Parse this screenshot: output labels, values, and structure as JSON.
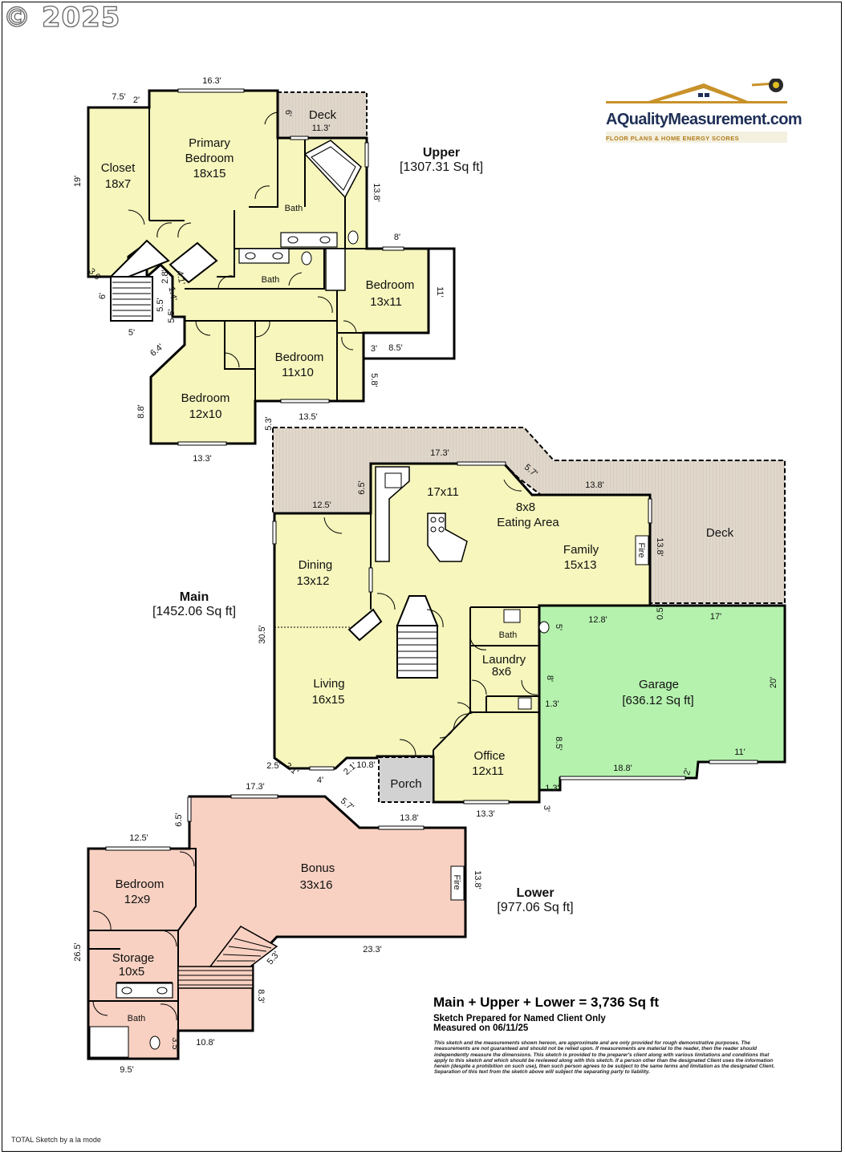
{
  "copyright": "© 2025",
  "logo": {
    "name": "AQualityMeasurement.com",
    "tagline": "FLOOR PLANS & HOME ENERGY SCORES"
  },
  "levels": {
    "upper": {
      "name": "Upper",
      "area": "[1307.31 Sq ft]"
    },
    "main": {
      "name": "Main",
      "area": "[1452.06 Sq ft]"
    },
    "lower": {
      "name": "Lower",
      "area": "[977.06 Sq ft]"
    }
  },
  "rooms": {
    "deck_upper": "Deck",
    "closet": "Closet",
    "closet_size": "18x7",
    "primary1": "Primary",
    "primary2": "Bedroom",
    "primary_size": "18x15",
    "bath_upper1": "Bath",
    "bath_upper2": "Bath",
    "bed13": "Bedroom",
    "bed13_size": "13x11",
    "bed11": "Bedroom",
    "bed11_size": "11x10",
    "bed12": "Bedroom",
    "bed12_size": "12x10",
    "kitchen_size": "17x11",
    "eating_size": "8x8",
    "eating": "Eating Area",
    "deck_main": "Deck",
    "family": "Family",
    "family_size": "15x13",
    "fire_main": "Fire",
    "dining": "Dining",
    "dining_size": "13x12",
    "living": "Living",
    "living_size": "16x15",
    "bath_main": "Bath",
    "laundry": "Laundry",
    "laundry_size": "8x6",
    "garage": "Garage",
    "garage_area": "[636.12 Sq ft]",
    "office": "Office",
    "office_size": "12x11",
    "porch": "Porch",
    "bonus": "Bonus",
    "bonus_size": "33x16",
    "fire_lower": "Fire",
    "bed_lower": "Bedroom",
    "bed_lower_size": "12x9",
    "storage": "Storage",
    "storage_size": "10x5",
    "bath_lower": "Bath"
  },
  "dims": {
    "u1": "16.3'",
    "u2": "7.5'",
    "u3": "2'",
    "u4": "11.3'",
    "u5": "6'",
    "u6": "19'",
    "u7": "13.8'",
    "u8": "8'",
    "u9": "11'",
    "u10": "3.6'",
    "u11": "6'",
    "u12": "5'",
    "u13": "2.8'",
    "u14": "4.1'",
    "u15": "1.4'",
    "u16": "5.5'",
    "u17": "5.5'",
    "u18": "3'",
    "u19": "8.5'",
    "u20": "6.4'",
    "u21": "5.8'",
    "u22": "8.8'",
    "u23": "13.5'",
    "u24": "13.3'",
    "u25": "5.3'",
    "m1": "17.3'",
    "m2": "5.7'",
    "m3": "13.8'",
    "m4": "6.5'",
    "m5": "12.5'",
    "m6": "13.8'",
    "m7": "0.5'",
    "m8": "12.8'",
    "m9": "17'",
    "m10": "30.5'",
    "m11": "5'",
    "m12": "8'",
    "m13": "20'",
    "m14": "1.3'",
    "m15": "8.5'",
    "m16": "11'",
    "m17": "2'",
    "m18": "18.8'",
    "m19": "1.3'",
    "m20": "3'",
    "m21": "13.3'",
    "m22": "2.5'",
    "m23": "2.1'",
    "m24": "4'",
    "m25": "2.1'",
    "m26": "10.8'",
    "l1": "17.3'",
    "l2": "5.7'",
    "l3": "6.5'",
    "l4": "13.8'",
    "l5": "12.5'",
    "l6": "13.8'",
    "l7": "26.5'",
    "l8": "23.3'",
    "l9": "5.3'",
    "l10": "8.3'",
    "l11": "10.8'",
    "l12": "3.5'",
    "l13": "9.5'"
  },
  "summary": {
    "total": "Main + Upper + Lower = 3,736 Sq ft",
    "prepared": "Sketch Prepared for Named Client Only",
    "measured": "Measured on 06/11/25"
  },
  "disclaimer": "This sketch and the measurements shown hereon, are approximate and are only provided for rough demonstrative purposes. The measurements are not guaranteed and should not be relied upon. If measurements are material to the reader, then the reader should independently measure the dimensions. This sketch is provided to the preparer's client along with various limitations and conditions that apply to this sketch and which should be reviewed along with this sketch. If a person other than the designated Client uses the information herein (despite a prohibition on such use), then such person agrees to be subject to the same terms and limitation as the designated Client. Separation of this text from the sketch above will subject the separating party to liability.",
  "footer": "TOTAL Sketch by a la mode",
  "colors": {
    "yellow": "#f6f6bd",
    "green": "#b5f2ae",
    "pink": "#f8d1c2",
    "deck": "#e0d7cb",
    "porch": "#d2d2d2"
  }
}
